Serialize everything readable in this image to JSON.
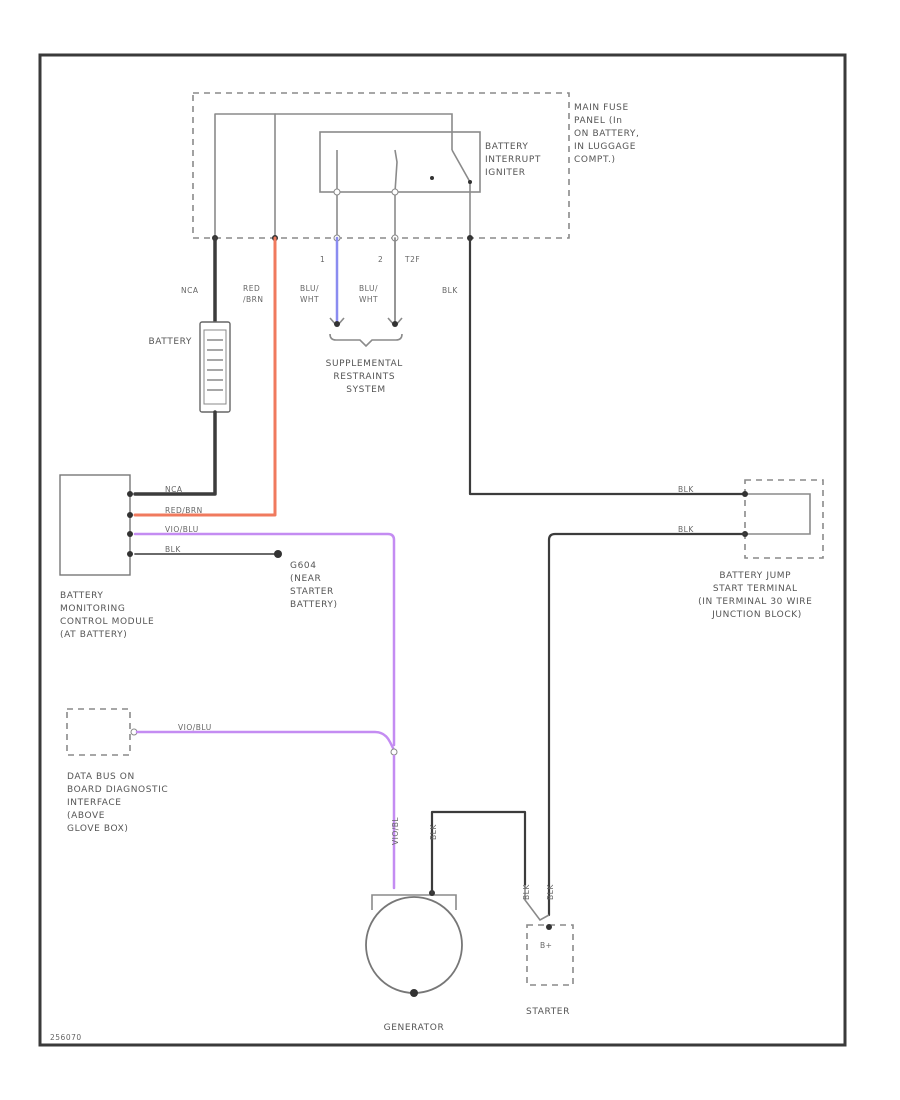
{
  "components": {
    "main_fuse_panel": [
      "MAIN FUSE",
      "PANEL (In",
      "ON BATTERY,",
      "IN LUGGAGE",
      "COMPT.)"
    ],
    "battery_interrupt": [
      "BATTERY",
      "INTERRUPT",
      "IGNITER"
    ],
    "battery": "BATTERY",
    "supplemental_restraints": [
      "SUPPLEMENTAL",
      "RESTRAINTS",
      "SYSTEM"
    ],
    "battery_monitoring": [
      "BATTERY",
      "MONITORING",
      "CONTROL MODULE",
      "(AT BATTERY)"
    ],
    "ground_g604": [
      "G604",
      "(NEAR",
      "STARTER",
      "BATTERY)"
    ],
    "battery_jump_start": [
      "BATTERY JUMP",
      "START TERMINAL",
      "(IN TERMINAL 30 WIRE",
      "JUNCTION BLOCK)"
    ],
    "data_bus": [
      "DATA BUS ON",
      "BOARD DIAGNOSTIC",
      "INTERFACE",
      "(ABOVE",
      "GLOVE BOX)"
    ],
    "generator": "GENERATOR",
    "starter": "STARTER",
    "starter_symbol": "B+"
  },
  "wire_labels": {
    "nca": "NCA",
    "red_brn": [
      "RED",
      "/BRN"
    ],
    "blu_wht_1": [
      "BLU/",
      "WHT"
    ],
    "blu_wht_2": [
      "BLU/",
      "WHT"
    ],
    "blk_fuse": "BLK",
    "pin1": "1",
    "pin2": "2",
    "pin_tp": "T2F",
    "bmcm_nca": "NCA",
    "bmcm_redbrn": "RED/BRN",
    "bmcm_viobl": "VIO/BLU",
    "bmcm_blk": "BLK",
    "jump_blk_1": "BLK",
    "jump_blk_2": "BLK",
    "databus_viobl": "VIO/BLU",
    "gen_vio": "VIO/BL",
    "gen_blk": "BLK",
    "starter_blk_1": "BLK",
    "starter_blk_2": "BLK"
  },
  "footer_code": "256070",
  "colors": {
    "black_wire": "#3c3c3c",
    "red_wire": "#f07a5e",
    "violet_wire": "#c48cf2",
    "blue_wire": "#8a8cf0",
    "gray_wire": "#8a8a8a"
  }
}
